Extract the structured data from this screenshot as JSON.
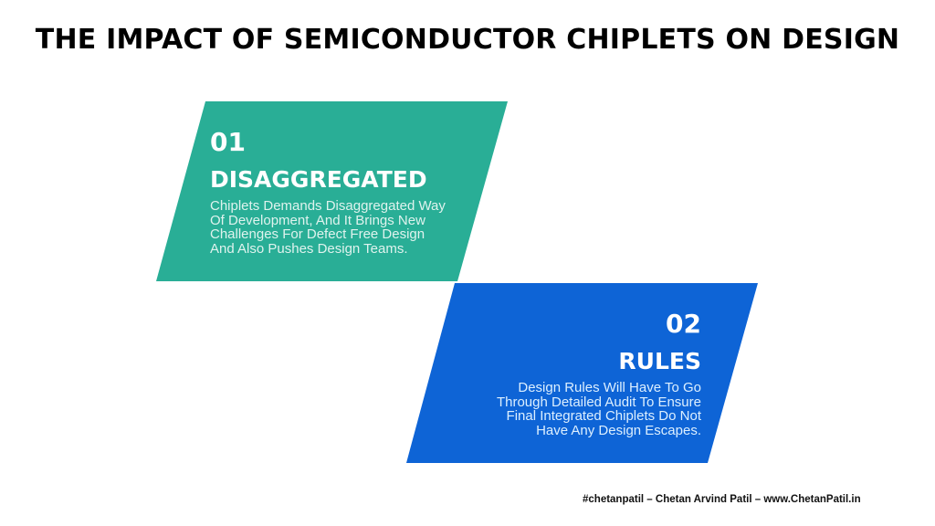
{
  "title": "THE IMPACT OF SEMICONDUCTOR CHIPLETS ON DESIGN",
  "colors": {
    "card1": "#29AE96",
    "card2": "#0E64D6"
  },
  "cards": [
    {
      "number": "01",
      "heading": "DISAGGREGATED",
      "lines": [
        "Chiplets Demands Disaggregated Way",
        "Of Development, And It Brings New",
        "Challenges For Defect Free Design",
        "And Also Pushes Design Teams."
      ]
    },
    {
      "number": "02",
      "heading": "RULES",
      "lines": [
        "Design Rules Will Have To Go",
        "Through Detailed Audit To Ensure",
        "Final Integrated Chiplets Do Not",
        "Have Any Design Escapes."
      ]
    }
  ],
  "footer": "#chetanpatil – Chetan Arvind Patil – www.ChetanPatil.in"
}
